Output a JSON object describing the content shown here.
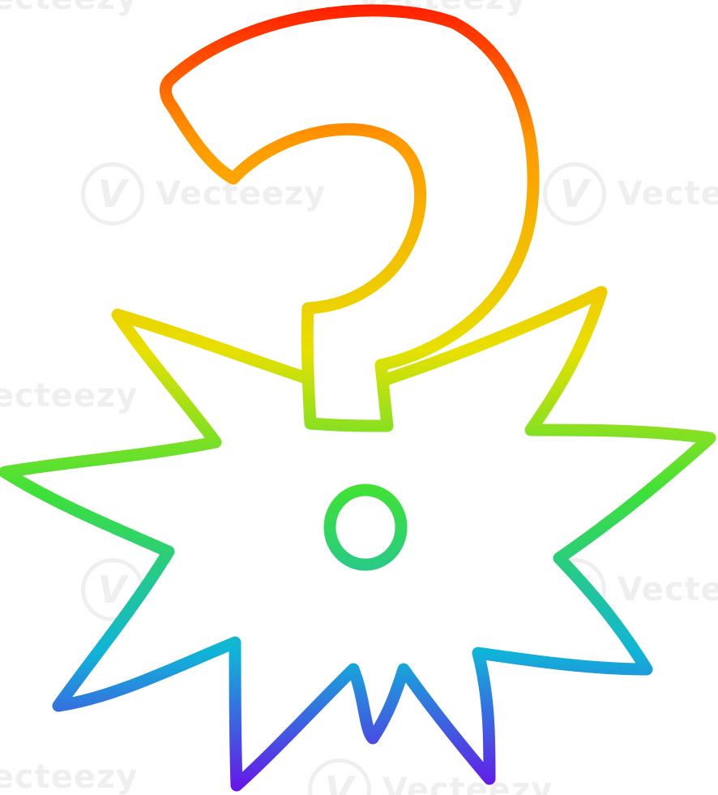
{
  "illustration": {
    "subject": "cartoon question mark bursting from a starburst",
    "gradient": {
      "top": "#ff1a00",
      "upper": "#ff9a00",
      "middle": "#e8e000",
      "green": "#3ee03a",
      "cyan": "#10b4d8",
      "bottom": "#6a10e8"
    },
    "background": "#ffffff"
  },
  "watermark": {
    "text": "Vecteezy",
    "logo_glyph": "V"
  }
}
